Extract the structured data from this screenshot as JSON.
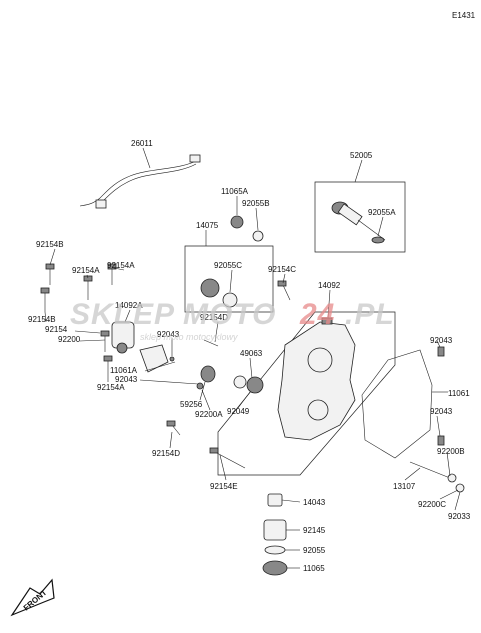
{
  "diagram_code": "E1431",
  "watermark": {
    "main_part1": "SKLEP",
    "main_part2": "MOTO",
    "main_part3": "24",
    "main_part4": ".PL",
    "sub": "sklep moto motocyklowy"
  },
  "front_label": "FRONT",
  "parts": [
    "26011",
    "52005",
    "11065A",
    "92055B",
    "14075",
    "92055A",
    "92154B",
    "92154A",
    "92154A",
    "92055C",
    "92154C",
    "14092",
    "92154B",
    "14092A",
    "92154",
    "92043",
    "92200",
    "92154D",
    "49063",
    "92043",
    "11061A",
    "92043",
    "92154A",
    "59256",
    "92200A",
    "92049",
    "11061",
    "92043",
    "92154D",
    "92200B",
    "92154E",
    "13107",
    "92200C",
    "92033",
    "14043",
    "92145",
    "92055",
    "11065"
  ]
}
